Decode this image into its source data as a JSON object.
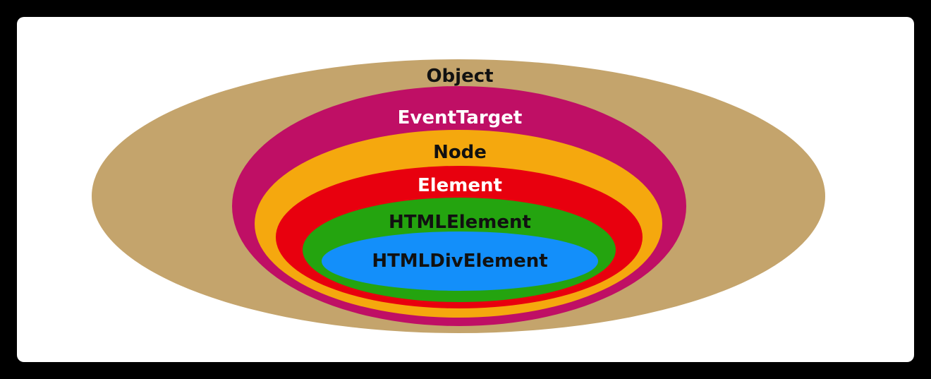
{
  "diagram": {
    "layers": [
      {
        "label": "Object",
        "fill": "#C4A46C",
        "text_color": "#111111"
      },
      {
        "label": "EventTarget",
        "fill": "#BF0F65",
        "text_color": "#FFFFFF"
      },
      {
        "label": "Node",
        "fill": "#F5A80E",
        "text_color": "#111111"
      },
      {
        "label": "Element",
        "fill": "#E8000E",
        "text_color": "#FFFFFF"
      },
      {
        "label": "HTMLElement",
        "fill": "#24A40F",
        "text_color": "#111111"
      },
      {
        "label": "HTMLDivElement",
        "fill": "#138FFA",
        "text_color": "#111111"
      }
    ],
    "background": "#FFFFFF",
    "frame": "#000000"
  }
}
